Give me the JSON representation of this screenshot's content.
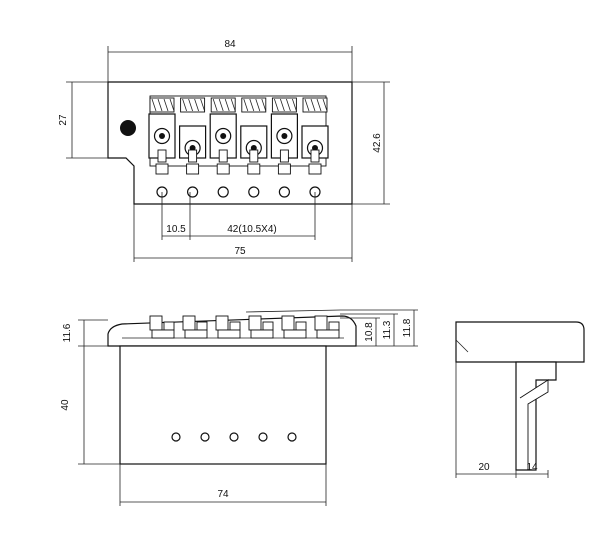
{
  "dimensions": {
    "top_width": "84",
    "top_height_left": "27",
    "top_height_right": "42.6",
    "string_spacing": "10.5",
    "string_span": "42(10.5X4)",
    "base_width": "75",
    "side_height_left": "11.6",
    "side_height_a": "10.8",
    "side_height_b": "11.3",
    "side_height_c": "11.8",
    "block_height": "40",
    "block_width": "74",
    "profile_width": "20",
    "profile_depth": "14"
  },
  "saddle_count": 6,
  "block_hole_count": 5
}
